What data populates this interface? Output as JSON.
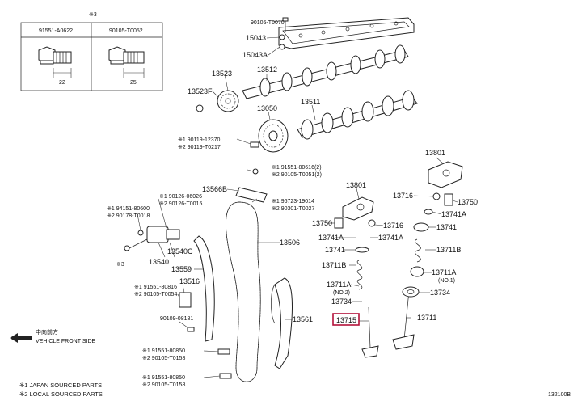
{
  "inset": {
    "mark": "※3",
    "headers": [
      "91551-A0622",
      "90105-T0052"
    ],
    "dims": [
      "22",
      "25"
    ]
  },
  "labels": {
    "p90105_T0070": "90105-T0070",
    "p15043": "15043",
    "p15043A": "15043A",
    "p13523": "13523",
    "p13512": "13512",
    "p13523F": "13523F",
    "p13050": "13050",
    "p13511": "13511",
    "n_cam_1": "※1 90119-12370",
    "n_cam_2": "※2 90119-T0217",
    "n_top_1": "※1 91551-80616(2)",
    "n_top_2": "※2 90105-T0051(2)",
    "p13566B": "13566B",
    "n_9672_1": "※1 96723-19014",
    "n_9672_2": "※2 90301-T0027",
    "n_90126_a": "※1 90126-06026",
    "n_90126_b": "※2 90126-T0015",
    "n_9415_1": "※1 94151-80600",
    "n_9415_2": "※2 90178-T0018",
    "p13540C": "13540C",
    "p13540": "13540",
    "mark3": "※3",
    "p13506": "13506",
    "p13559": "13559",
    "p13516": "13516",
    "n_mid_1": "※1 91551-80816",
    "n_mid_2": "※2 90105-T0054",
    "p90109": "90109-08181",
    "p13561": "13561",
    "n_low1_1": "※1 91551-80850",
    "n_low1_2": "※2 90105-T0158",
    "n_low2_1": "※1 91551-80850",
    "n_low2_2": "※2 90105-T0158",
    "p13801_a": "13801",
    "p13801_b": "13801",
    "p13750_a": "13750",
    "p13716_a": "13716",
    "p13741A_a": "13741A",
    "p13741A_b": "13741A",
    "p13741": "13741",
    "p13711B_a": "13711B",
    "p13711A_a": "13711A",
    "p13711A_a_sub": "(NO.2)",
    "p13734_a": "13734",
    "p13715": "13715",
    "p13711": "13711",
    "p13716_b": "13716",
    "p13750_b": "13750",
    "p13741A_c": "13741A",
    "p13741_b": "13741",
    "p13711B_b": "13711B",
    "p13711A_b": "13711A",
    "p13711A_b_sub": "(NO.1)",
    "p13734_b": "13734"
  },
  "direction": {
    "cn": "中向前方",
    "en": "VEHICLE FRONT SIDE"
  },
  "footnotes": [
    "※1 JAPAN SOURCED PARTS",
    "※2 LOCAL SOURCED PARTS"
  ],
  "drawing_id": "132100B",
  "colors": {
    "highlight": "#b3123a",
    "line": "#222222"
  }
}
